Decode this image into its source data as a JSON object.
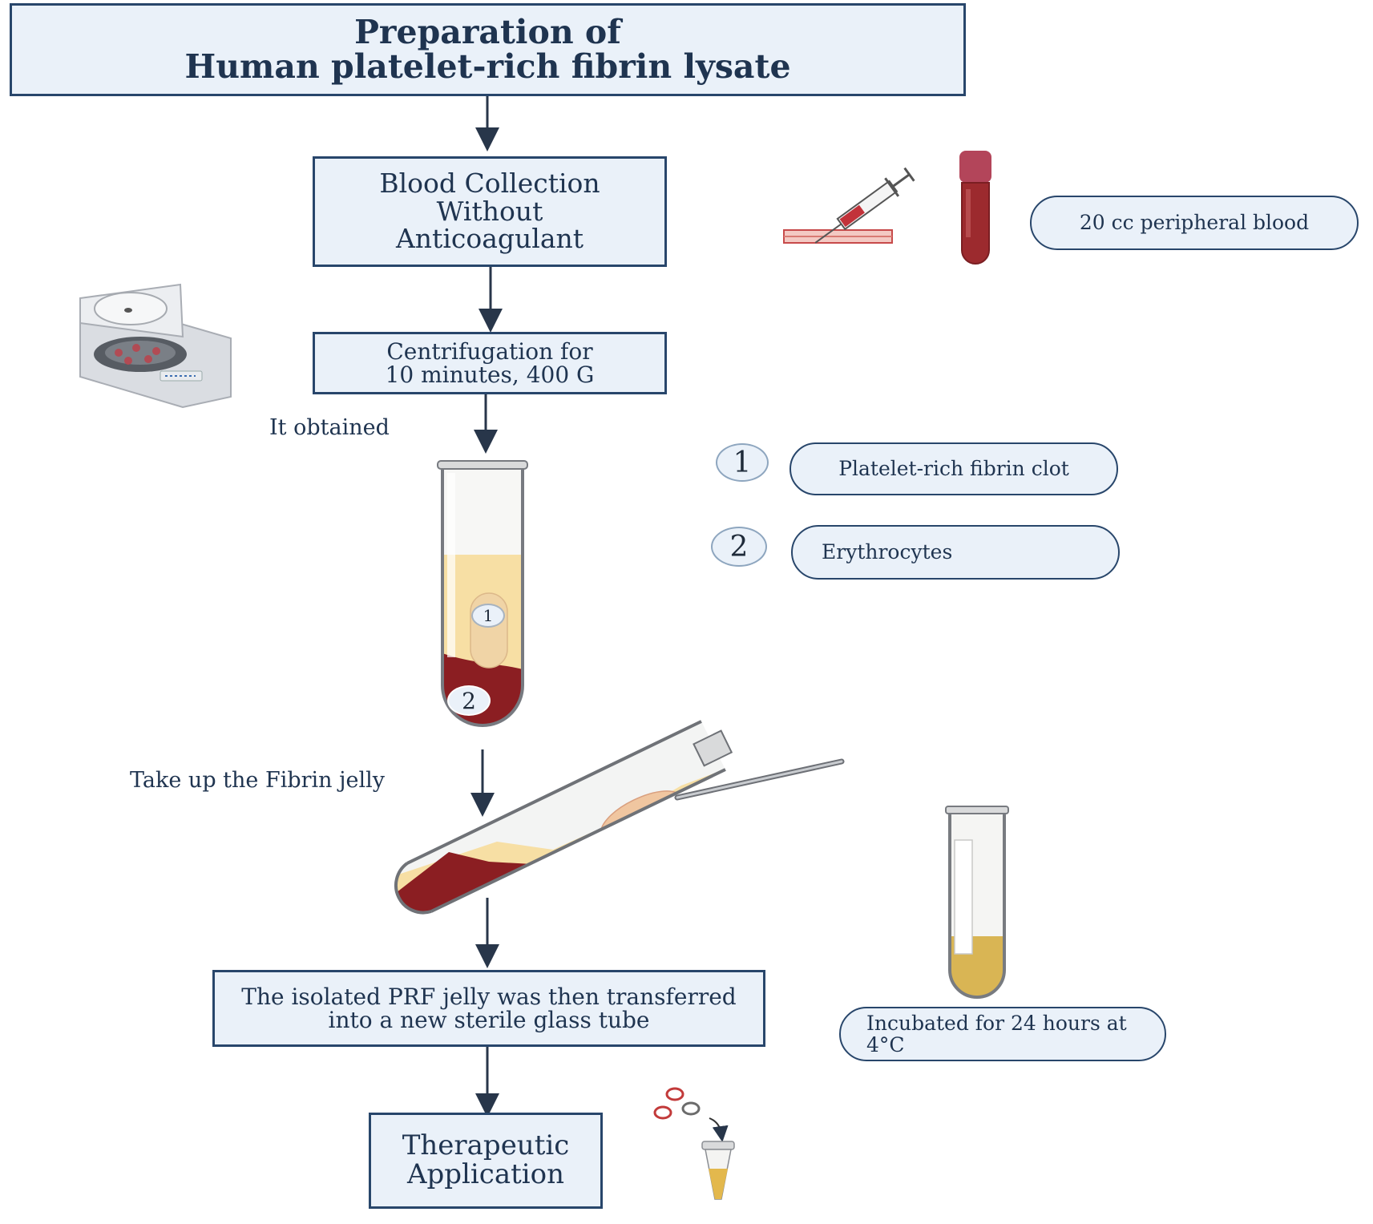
{
  "title": {
    "line1": "Preparation of",
    "line2": "Human platelet-rich fibrin lysate"
  },
  "steps": {
    "collection": {
      "line1": "Blood Collection",
      "line2": "Without",
      "line3": "Anticoagulant"
    },
    "centrifugation": {
      "line1": "Centrifugation for",
      "line2": "10 minutes, 400 G"
    },
    "transfer": {
      "line1": "The isolated PRF jelly was then transferred",
      "line2": "into a new sterile glass tube"
    },
    "application": {
      "line1": "Therapeutic",
      "line2": "Application"
    }
  },
  "notes": {
    "blood_amount": "20 cc peripheral blood",
    "obtained": "It obtained",
    "take_up": "Take up the Fibrin jelly",
    "incubation_line1": "Incubated for 24 hours at",
    "incubation_line2": "4°C"
  },
  "layers": [
    {
      "number": "1",
      "label": "Platelet-rich fibrin clot"
    },
    {
      "number": "2",
      "label": "Erythrocytes"
    }
  ],
  "colors": {
    "box_fill": "#eaf1f9",
    "box_border": "#28466b",
    "text": "#1f3450",
    "blood": "#8b1e22",
    "plasma": "#f7dfa4",
    "serum": "#d9b554"
  },
  "icons": [
    "syringe-icon",
    "blood-tube-icon",
    "centrifuge-icon",
    "test-tube-icon",
    "forceps-icon",
    "cells-icon",
    "microtube-icon"
  ]
}
